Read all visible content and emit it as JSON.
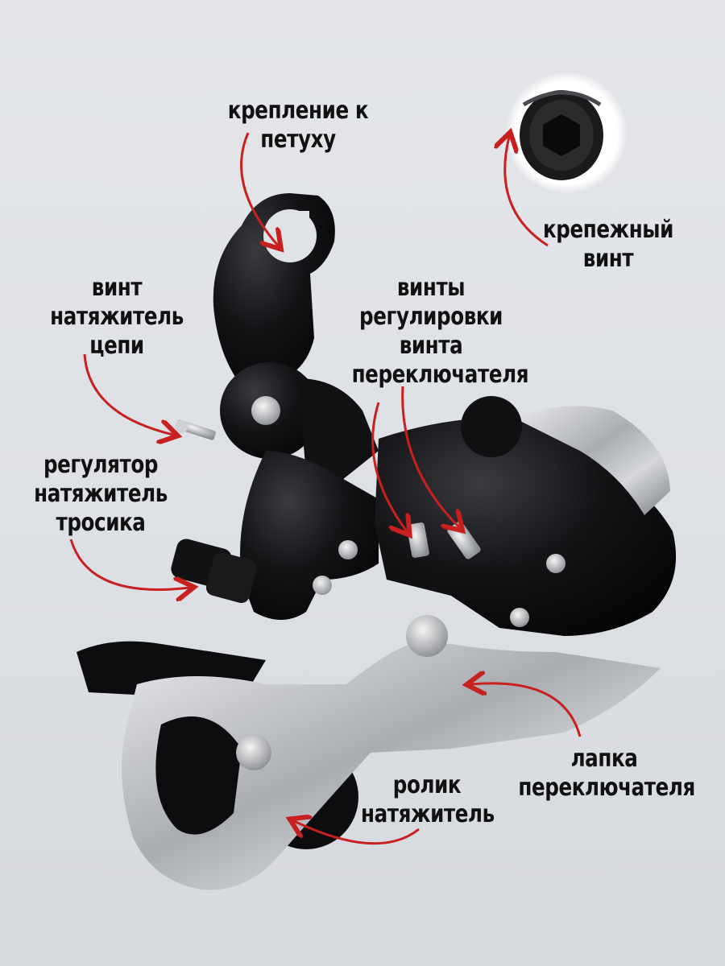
{
  "labels": {
    "hanger_mount": [
      "крепление к",
      "петуху"
    ],
    "mount_bolt": [
      "крепежный",
      "винт"
    ],
    "chain_tension_screw": [
      "винт",
      "натяжитель",
      "цепи"
    ],
    "limit_screws": [
      "винты",
      "регулировки",
      "винта",
      "переключателя"
    ],
    "cable_adjuster": [
      "регулятор",
      "натяжитель",
      "тросика"
    ],
    "derailleur_cage": [
      "лапка",
      "переключателя"
    ],
    "tension_pulley": [
      "ролик",
      "натяжитель"
    ]
  },
  "colors": {
    "background": "#dfe2e6",
    "arrow": "#c8201e",
    "text": "#111111",
    "body_black": "#0d0d0f",
    "cage_silver": "#b9bcc0"
  }
}
